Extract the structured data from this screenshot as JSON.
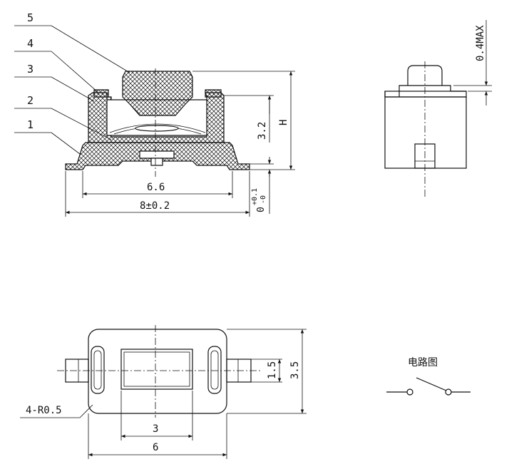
{
  "part_labels": [
    "5",
    "4",
    "3",
    "2",
    "1"
  ],
  "dimensions": {
    "inner_width": "6.6",
    "outer_width": "8±0.2",
    "height": "3.2",
    "overall_height": "H",
    "stroke": "0.4MAX",
    "tol_top": "+0.1",
    "tol_base": "0",
    "tol_bottom": "-0",
    "corner_radius": "4-R0.5",
    "pad_height": "1.5",
    "body_height": "3.5",
    "window_width": "3",
    "body_width": "6"
  },
  "circuit": {
    "title": "电路图"
  },
  "colors": {
    "line": "#111111",
    "background": "#ffffff"
  }
}
